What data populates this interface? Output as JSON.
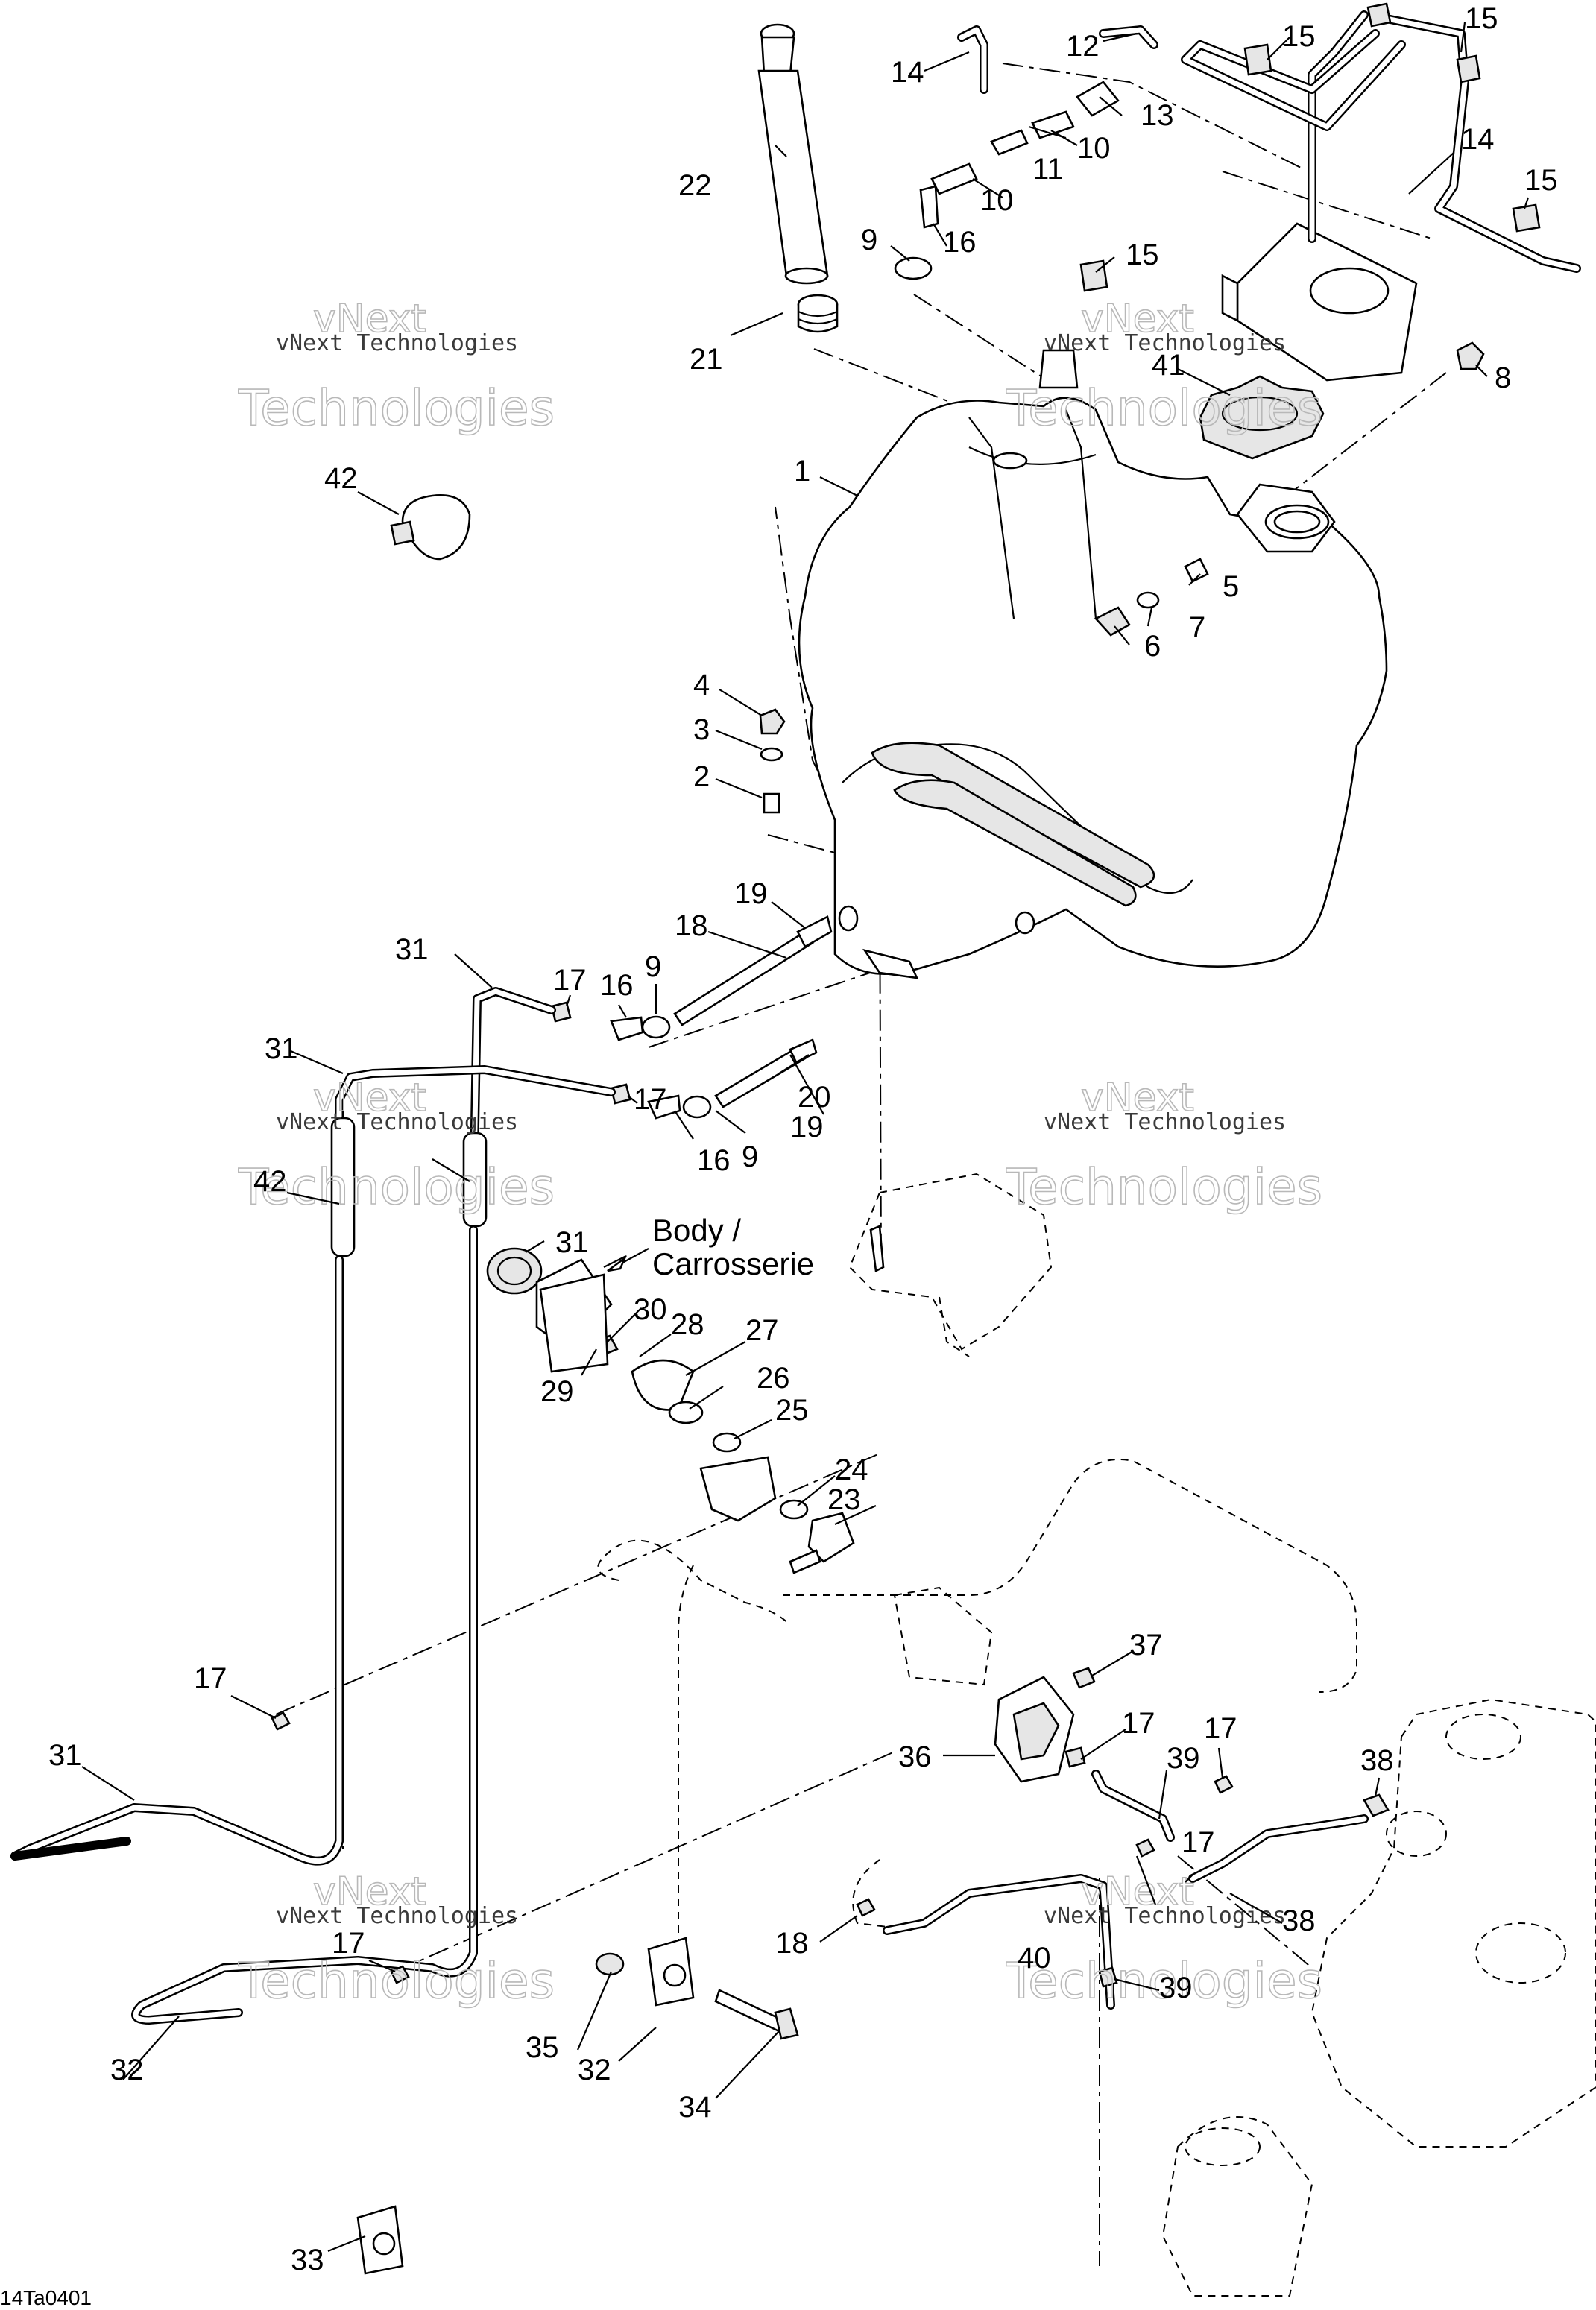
{
  "figure_code": "14Ta0401",
  "watermark": {
    "brand": "vNext",
    "line1": "vNext Technologies",
    "line2": "Technologies"
  },
  "body_label": {
    "line1": "Body /",
    "line2": "Carrosserie"
  },
  "callouts": [
    "1",
    "2",
    "3",
    "4",
    "5",
    "6",
    "7",
    "8",
    "9",
    "9",
    "9",
    "10",
    "10",
    "11",
    "12",
    "13",
    "14",
    "14",
    "15",
    "15",
    "15",
    "15",
    "16",
    "16",
    "16",
    "17",
    "17",
    "17",
    "17",
    "17",
    "17",
    "17",
    "18",
    "18",
    "19",
    "19",
    "20",
    "21",
    "22",
    "23",
    "24",
    "25",
    "26",
    "27",
    "28",
    "29",
    "30",
    "31",
    "31",
    "31",
    "31",
    "32",
    "32",
    "33",
    "34",
    "35",
    "36",
    "37",
    "38",
    "38",
    "39",
    "39",
    "40",
    "41",
    "42",
    "42"
  ],
  "colors": {
    "line": "#000000",
    "background": "#ffffff",
    "part_shade": "#e6e6e6",
    "watermark": "#b8b8b8"
  }
}
